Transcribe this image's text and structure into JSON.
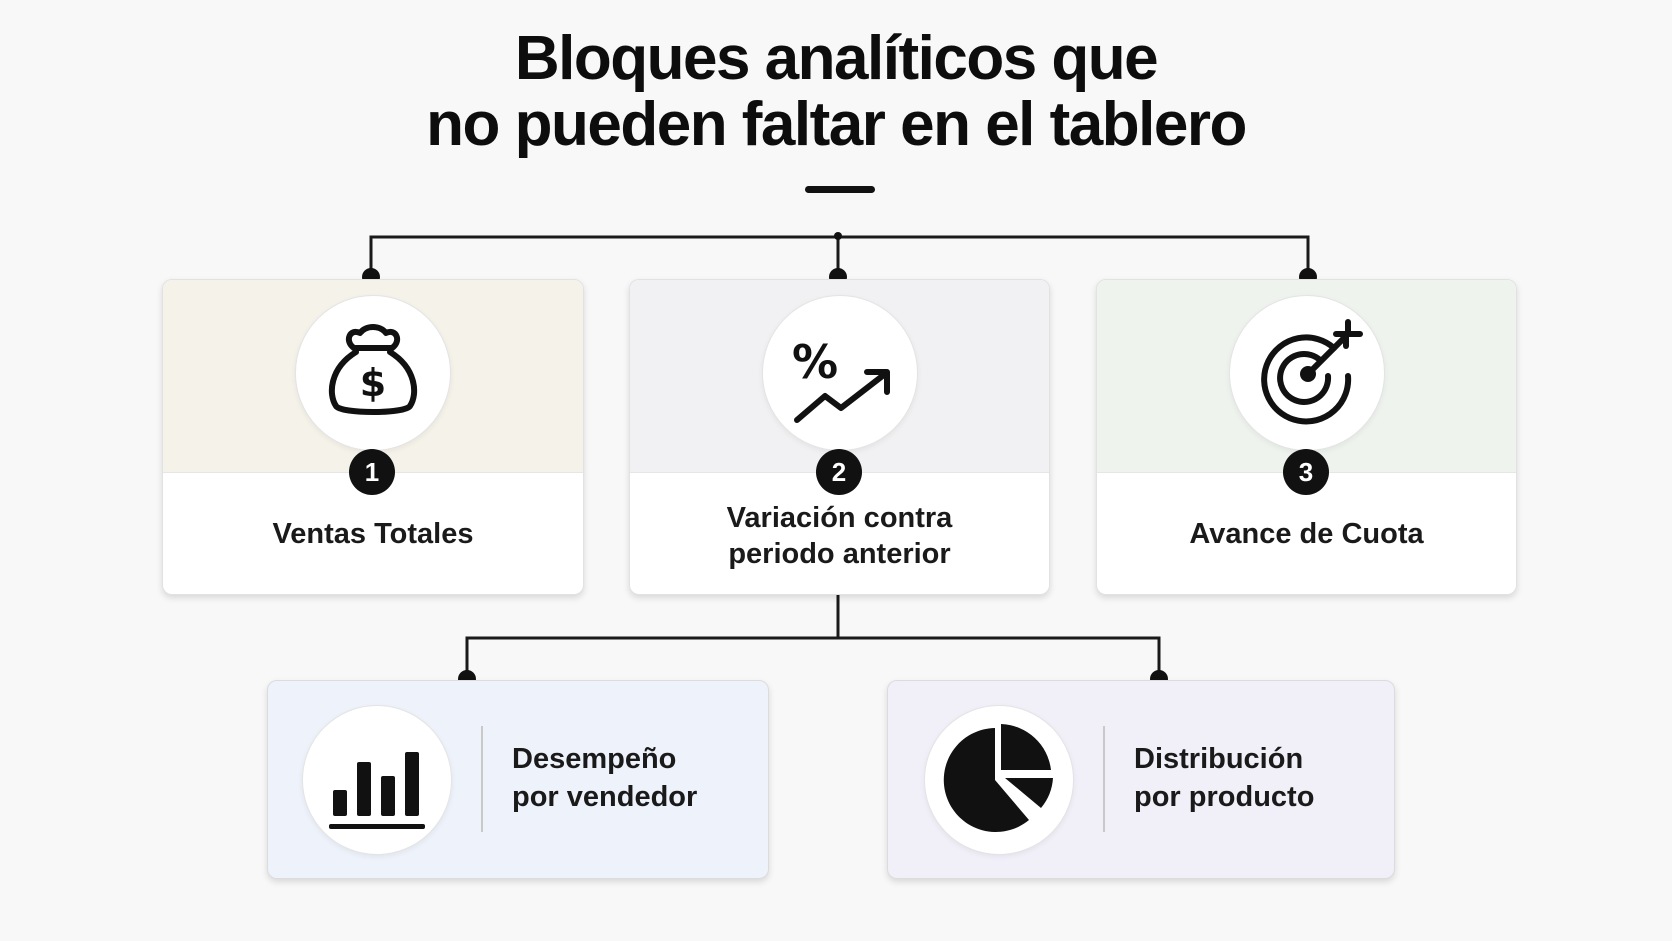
{
  "title": {
    "line1": "Bloques analíticos que",
    "line2": "no pueden faltar en el tablero"
  },
  "blocks": [
    {
      "number": "1",
      "label_lines": [
        "Ventas Totales"
      ],
      "icon": "money-bag-icon",
      "tint": "#f5f2ea"
    },
    {
      "number": "2",
      "label_lines": [
        "Variación contra",
        "periodo anterior"
      ],
      "icon": "percent-trend-icon",
      "tint": "#f1f1f3"
    },
    {
      "number": "3",
      "label_lines": [
        "Avance de Cuota"
      ],
      "icon": "target-icon",
      "tint": "#eef3ee"
    }
  ],
  "sub_blocks": [
    {
      "label_lines": [
        "Desempeño",
        "por vendedor"
      ],
      "icon": "bar-chart-icon",
      "tint": "#eef2fa"
    },
    {
      "label_lines": [
        "Distribución",
        "por producto"
      ],
      "icon": "pie-chart-icon",
      "tint": "#f1f0f9"
    }
  ],
  "colors": {
    "ink": "#111111",
    "connector": "#1a1a1a"
  }
}
